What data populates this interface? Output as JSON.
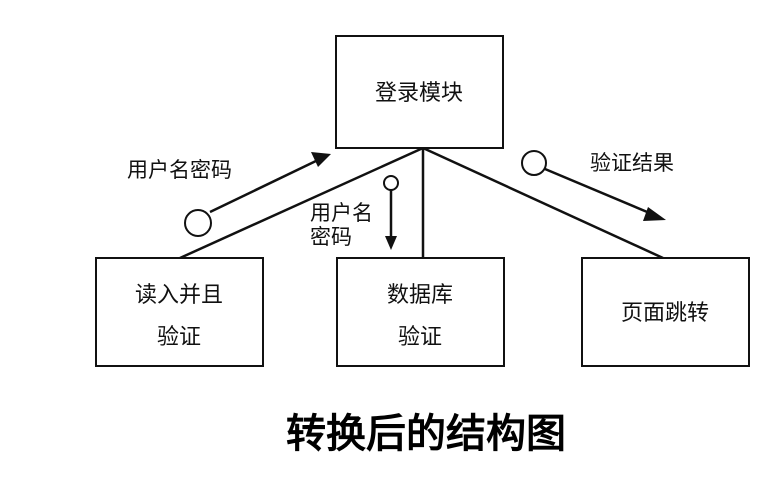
{
  "modules": {
    "login": "登录模块",
    "read_verify": [
      "读入并且",
      "验证"
    ],
    "db_verify": [
      "数据库",
      "验证"
    ],
    "page_jump": "页面跳转"
  },
  "flows": {
    "username_password": "用户名密码",
    "username_password_stacked": [
      "用户名",
      "密码"
    ],
    "verify_result": "验证结果"
  },
  "caption": "转换后的结构图",
  "colors": {
    "line": "#111111",
    "background": "#ffffff",
    "caption": "#000000"
  }
}
